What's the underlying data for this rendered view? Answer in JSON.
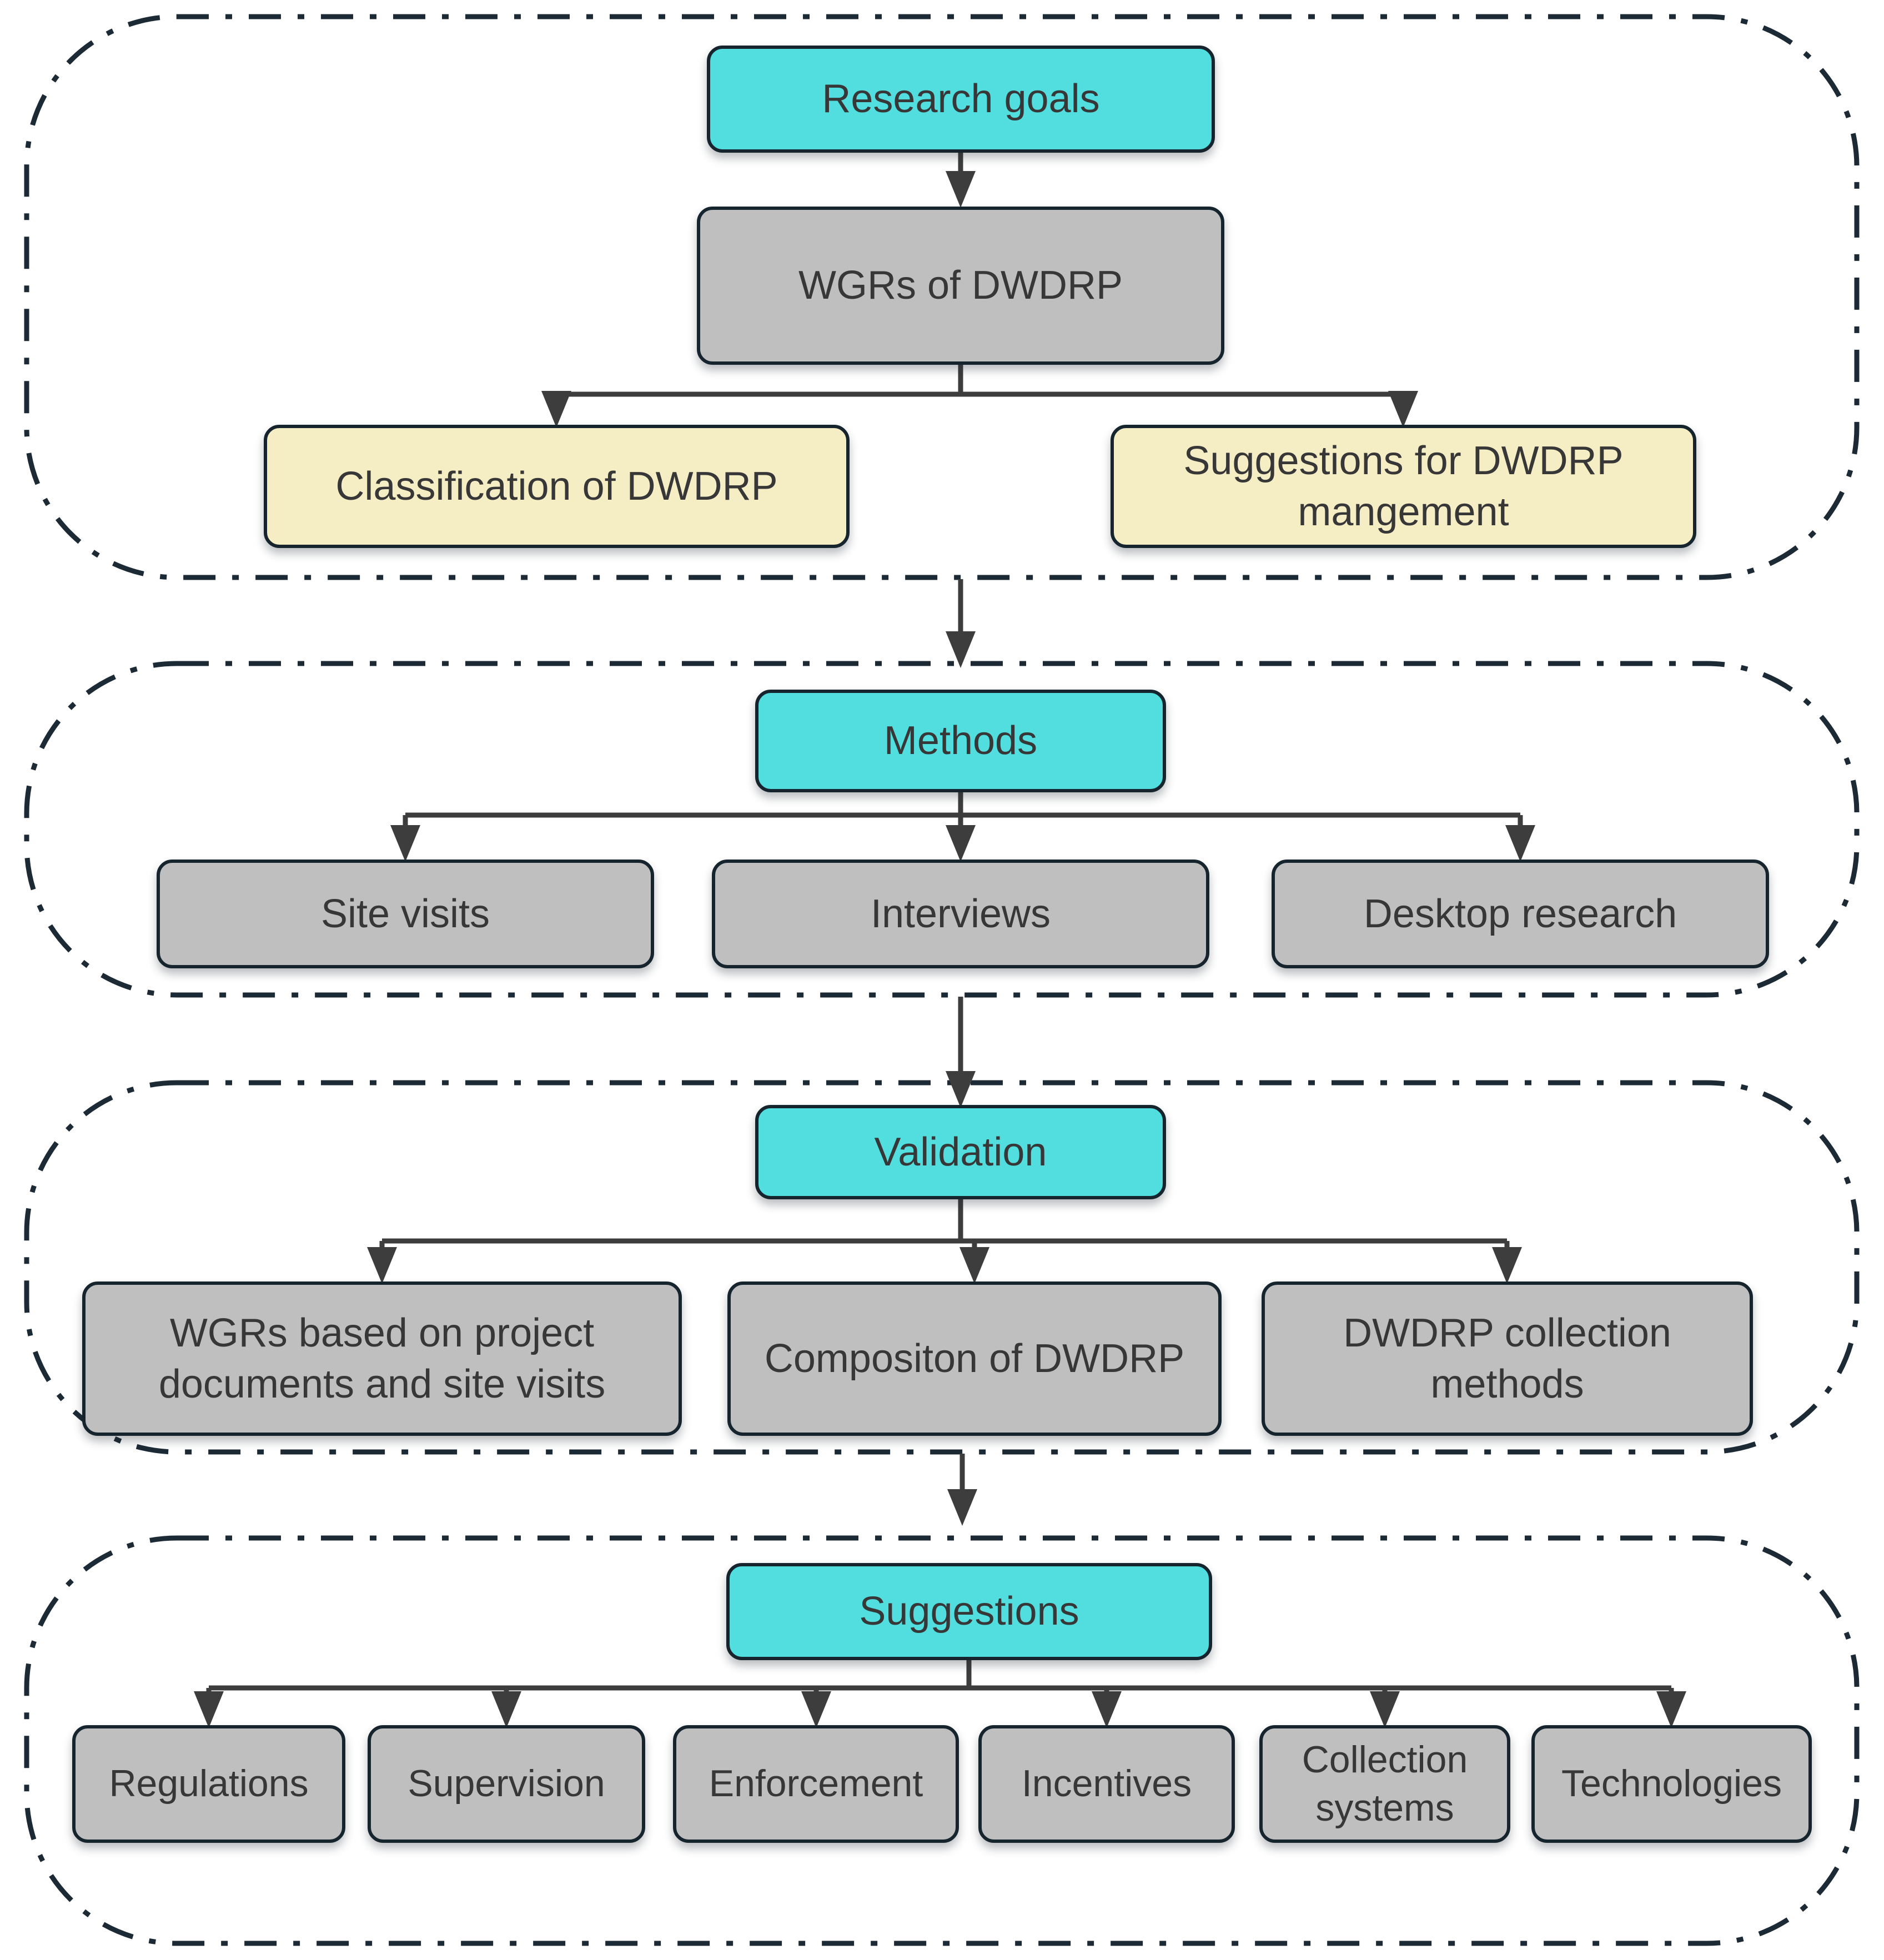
{
  "diagram": {
    "sections": [
      {
        "name": "research-goals",
        "root": "Research goals",
        "intermediate": "WGRs of DWDRP",
        "leaves": {
          "classification": "Classification of DWDRP",
          "management_suggestions": "Suggestions for DWDRP mangement"
        }
      },
      {
        "name": "methods",
        "root": "Methods",
        "leaves": {
          "site_visits": "Site visits",
          "interviews": "Interviews",
          "desktop_research": "Desktop research"
        }
      },
      {
        "name": "validation",
        "root": "Validation",
        "leaves": {
          "wgrs_documents": "WGRs based on project documents and site visits",
          "composition": "Compositon of DWDRP",
          "collection_methods": "DWDRP collection methods"
        }
      },
      {
        "name": "suggestions",
        "root": "Suggestions",
        "leaves": {
          "regulations": "Regulations",
          "supervision": "Supervision",
          "enforcement": "Enforcement",
          "incentives": "Incentives",
          "collection_systems": "Collection systems",
          "technologies": "Technologies"
        }
      }
    ]
  },
  "colors": {
    "node_primary": "#52dedf",
    "node_secondary": "#bfbfbf",
    "node_tertiary": "#f5edc4",
    "node_border": "#16242e",
    "connector": "#3d3d3d",
    "section_outline": "#1c2a36",
    "text": "#373737",
    "background": "#ffffff"
  }
}
